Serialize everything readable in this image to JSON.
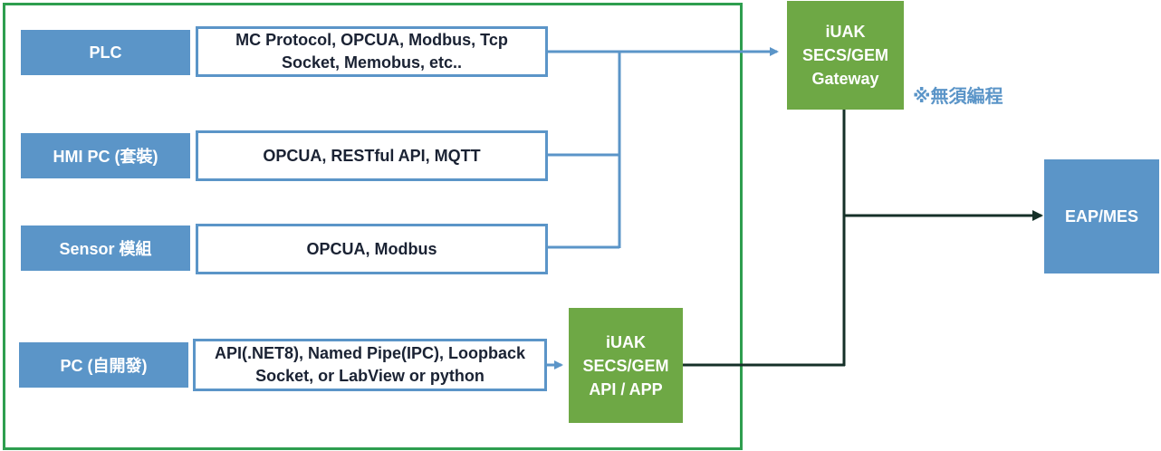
{
  "sources": [
    {
      "label": "PLC",
      "protocol": "MC Protocol, OPCUA, Modbus, Tcp\nSocket, Memobus, etc.."
    },
    {
      "label": "HMI PC (套裝)",
      "protocol": "OPCUA, RESTful API, MQTT"
    },
    {
      "label": "Sensor 模組",
      "protocol": "OPCUA, Modbus"
    },
    {
      "label": "PC (自開發)",
      "protocol": "API(.NET8), Named Pipe(IPC), Loopback\nSocket, or LabView or python"
    }
  ],
  "gateway": {
    "label": "iUAK\nSECS/GEM\nGateway",
    "note": "※無須編程"
  },
  "api_app": {
    "label": "iUAK\nSECS/GEM\nAPI / APP"
  },
  "target": {
    "label": "EAP/MES"
  },
  "colors": {
    "frame_green": "#2e9e4f",
    "source_blue": "#5b95c8",
    "gateway_green": "#6ea845",
    "dark_line": "#153028"
  }
}
